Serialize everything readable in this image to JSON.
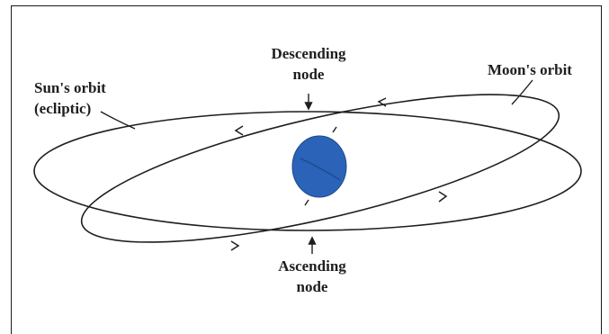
{
  "labels": {
    "descending_node": [
      "Descending",
      "node"
    ],
    "ascending_node": [
      "Ascending",
      "node"
    ],
    "suns_orbit": [
      "Sun's orbit",
      "(ecliptic)"
    ],
    "moons_orbit": "Moon's orbit"
  },
  "colors": {
    "line": "#1e1e1e",
    "earth": "#2a63b8",
    "earth_edge": "#1d4a8c"
  },
  "icons": {
    "descending_marker": "down-arrow-icon",
    "ascending_marker": "up-arrow-icon",
    "direction_markers": "chevron-arrowhead-icon"
  }
}
